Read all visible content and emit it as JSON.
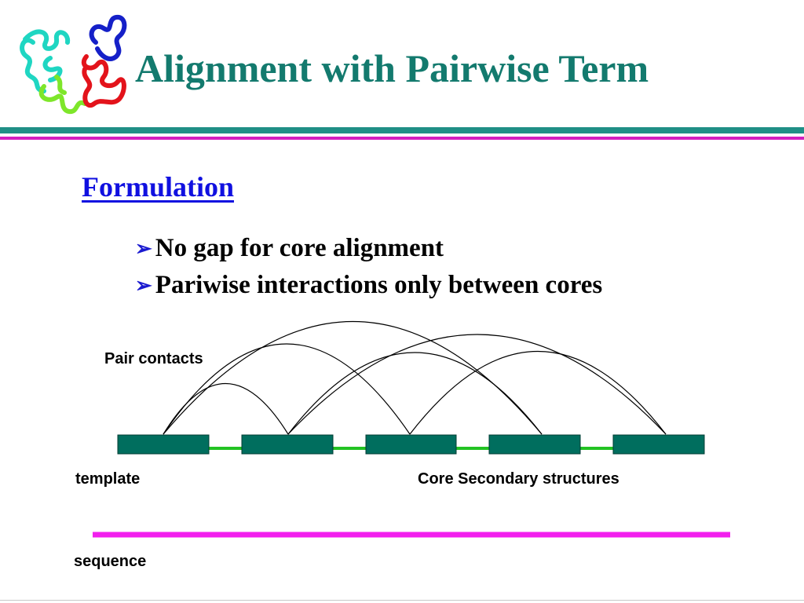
{
  "slide": {
    "title": "Alignment with Pairwise Term",
    "heading": "Formulation",
    "bullets": [
      "No gap for core alignment",
      "Pariwise interactions only between cores"
    ],
    "bullet_icon": "arrow-bullet-icon",
    "logo_icon": "protein-structure-icon"
  },
  "diagram": {
    "pair_contacts_label": "Pair contacts",
    "template_label": "template",
    "core_label": "Core Secondary structures",
    "sequence_label": "sequence",
    "core_count": 5,
    "colors": {
      "core": "#006e5e",
      "loop": "#22c322",
      "sequence": "#f21fee",
      "arc": "#000000"
    }
  },
  "colors": {
    "title": "#137a6e",
    "heading": "#1010e0",
    "rule_teal": "#1f8f86",
    "rule_magenta": "#d21fc0"
  }
}
